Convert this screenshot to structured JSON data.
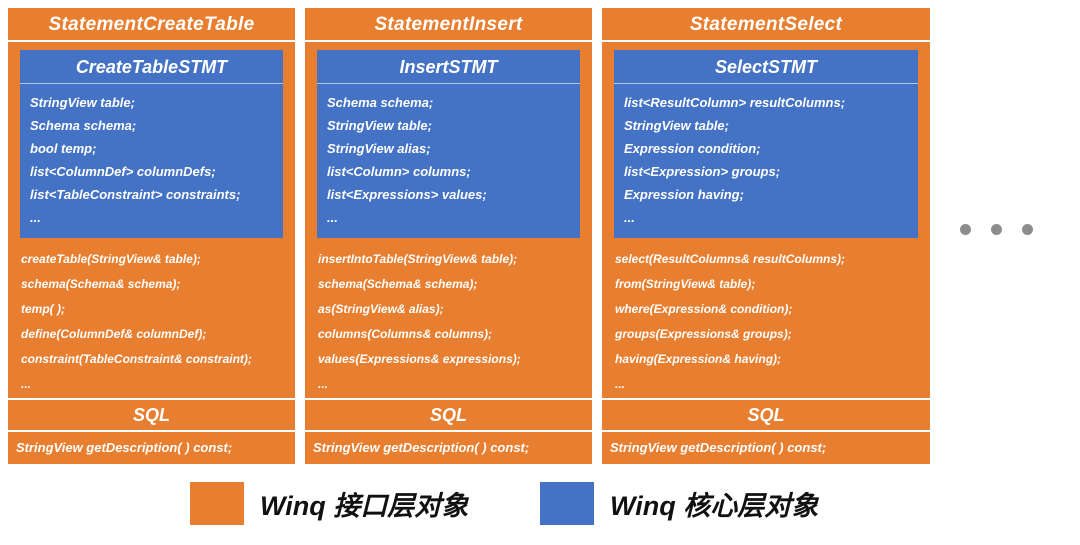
{
  "cards": [
    {
      "title": "StatementCreateTable",
      "stmt": {
        "title": "CreateTableSTMT",
        "fields": [
          "StringView table;",
          "Schema schema;",
          "bool temp;",
          "list<ColumnDef> columnDefs;",
          "list<TableConstraint> constraints;",
          "..."
        ]
      },
      "methods": [
        "createTable(StringView& table);",
        "schema(Schema& schema);",
        "temp( );",
        "define(ColumnDef& columnDef);",
        "constraint(TableConstraint& constraint);",
        "..."
      ],
      "sql_label": "SQL",
      "sql_method": "StringView getDescription( ) const;"
    },
    {
      "title": "StatementInsert",
      "stmt": {
        "title": "InsertSTMT",
        "fields": [
          "Schema schema;",
          "StringView table;",
          "StringView alias;",
          "list<Column> columns;",
          "list<Expressions> values;",
          "..."
        ]
      },
      "methods": [
        "insertIntoTable(StringView& table);",
        "schema(Schema& schema);",
        "as(StringView& alias);",
        "columns(Columns& columns);",
        "values(Expressions& expressions);",
        "..."
      ],
      "sql_label": "SQL",
      "sql_method": "StringView getDescription( ) const;"
    },
    {
      "title": "StatementSelect",
      "stmt": {
        "title": "SelectSTMT",
        "fields": [
          "list<ResultColumn> resultColumns;",
          "StringView table;",
          "Expression condition;",
          "list<Expression> groups;",
          "Expression having;",
          "..."
        ]
      },
      "methods": [
        "select(ResultColumns& resultColumns);",
        "from(StringView& table);",
        "where(Expression& condition);",
        "groups(Expressions& groups);",
        "having(Expression& having);",
        "..."
      ],
      "sql_label": "SQL",
      "sql_method": "StringView getDescription( ) const;"
    }
  ],
  "colors": {
    "interface_layer": "#E87E2F",
    "core_layer": "#4472C4"
  },
  "legend": {
    "items": [
      {
        "label": "Winq 接口层对象",
        "color": "#E87E2F"
      },
      {
        "label": "Winq 核心层对象",
        "color": "#4472C4"
      }
    ]
  }
}
